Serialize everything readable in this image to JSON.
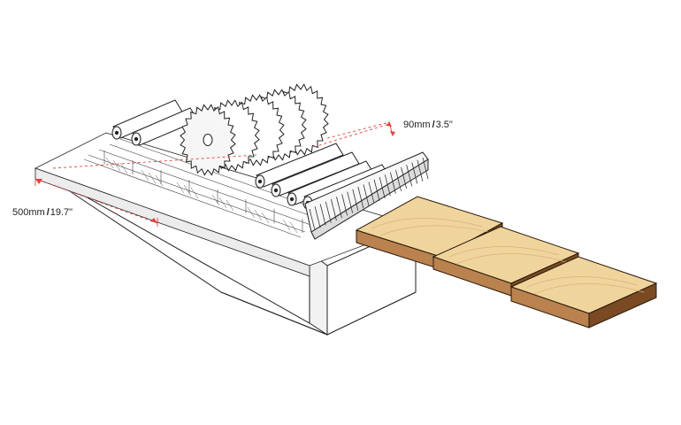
{
  "dimensions": {
    "width_label": {
      "value": "500mm",
      "separator": "/",
      "imperial": "19.7\""
    },
    "height_label": {
      "value": "90mm",
      "separator": "/",
      "imperial": "3.5\""
    }
  },
  "colors": {
    "outline": "#222222",
    "dimension_line": "#e0443c",
    "wood_top": "#efd49c",
    "wood_side": "#b9824e",
    "wood_end": "#7a4a23",
    "wood_grain": "#d9b27a",
    "metal_light": "#f4f4f4",
    "metal_shade": "#d6d6d6"
  },
  "icons": {
    "saw_blade": "circular-saw-blade-icon",
    "roller": "feed-roller-icon",
    "board": "wooden-board-icon"
  }
}
